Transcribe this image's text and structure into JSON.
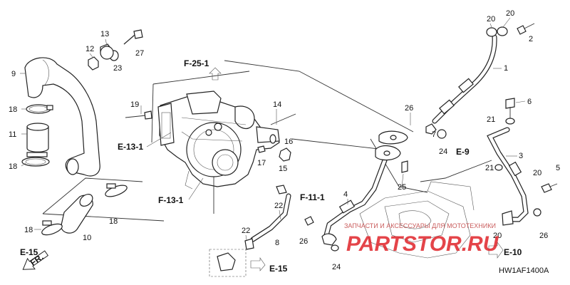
{
  "diagram": {
    "part_numbers": [
      "1",
      "2",
      "3",
      "4",
      "5",
      "6",
      "7",
      "8",
      "9",
      "10",
      "11",
      "12",
      "13",
      "14",
      "15",
      "16",
      "17",
      "18",
      "19",
      "20",
      "21",
      "22",
      "23",
      "24",
      "25",
      "26",
      "27"
    ],
    "labels": {
      "n1": "1",
      "n2": "2",
      "n3": "3",
      "n4": "4",
      "n5": "5",
      "n6": "6",
      "n7": "7",
      "n8": "8",
      "n9": "9",
      "n10": "10",
      "n11": "11",
      "n12": "12",
      "n13": "13",
      "n14": "14",
      "n15": "15",
      "n16": "16",
      "n17": "17",
      "n18a": "18",
      "n18b": "18",
      "n18c": "18",
      "n18d": "18",
      "n19": "19",
      "n20a": "20",
      "n20b": "20",
      "n20c": "20",
      "n20d": "20",
      "n21a": "21",
      "n21b": "21",
      "n22a": "22",
      "n22b": "22",
      "n23": "23",
      "n24a": "24",
      "n24b": "24",
      "n25": "25",
      "n26a": "26",
      "n26b": "26",
      "n26c": "26",
      "n27": "27"
    },
    "references": {
      "f25_1": "F-25-1",
      "e13_1": "E-13-1",
      "f13_1": "F-13-1",
      "f11_1": "F-11-1",
      "e9": "E-9",
      "e10": "E-10",
      "e15a": "E-15",
      "e15b": "E-15"
    },
    "front_marker": "FR.",
    "code": "HW1AF1400A",
    "watermark": "PARTSTOR.RU",
    "watermark_sub": "ЗАПЧАСТИ И АКСЕССУАРЫ ДЛЯ МОТОТЕХНИКИ",
    "watermark_color": "#e0242a"
  }
}
